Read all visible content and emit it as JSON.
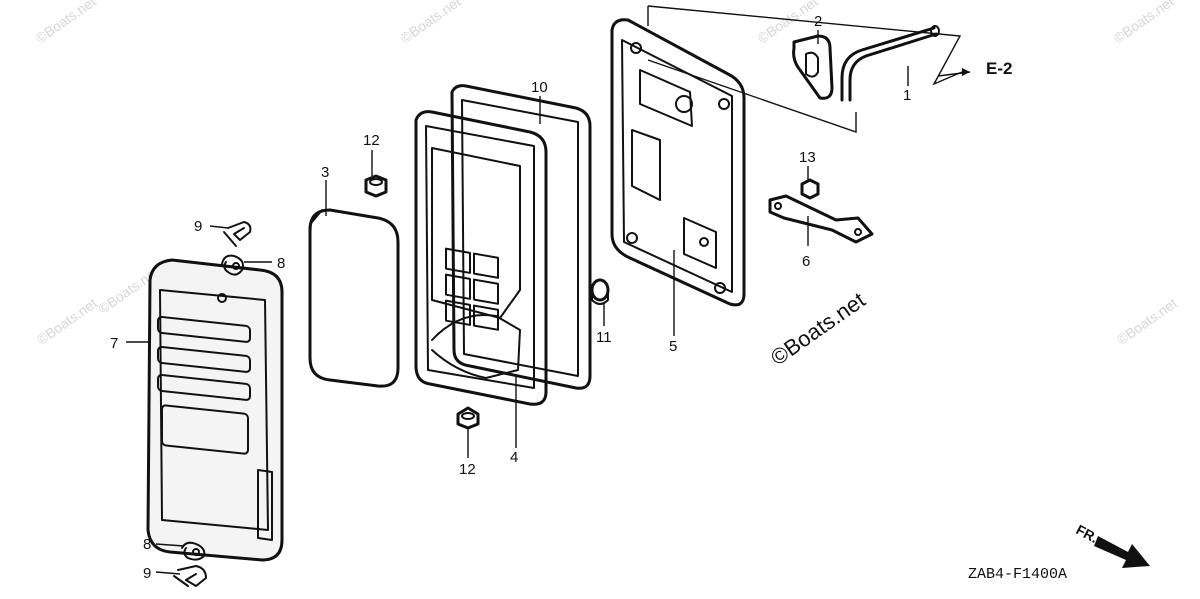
{
  "watermarks": {
    "small": "©Boats.net",
    "large": "©Boats.net"
  },
  "callouts": {
    "c1": "1",
    "c2": "2",
    "c3": "3",
    "c4": "4",
    "c5": "5",
    "c6": "6",
    "c7": "7",
    "c8a": "8",
    "c8b": "8",
    "c9a": "9",
    "c9b": "9",
    "c10": "10",
    "c11": "11",
    "c12a": "12",
    "c12b": "12",
    "c13": "13"
  },
  "reference": "E-2",
  "direction": "FR.",
  "diagram_code": "ZAB4-F1400A"
}
